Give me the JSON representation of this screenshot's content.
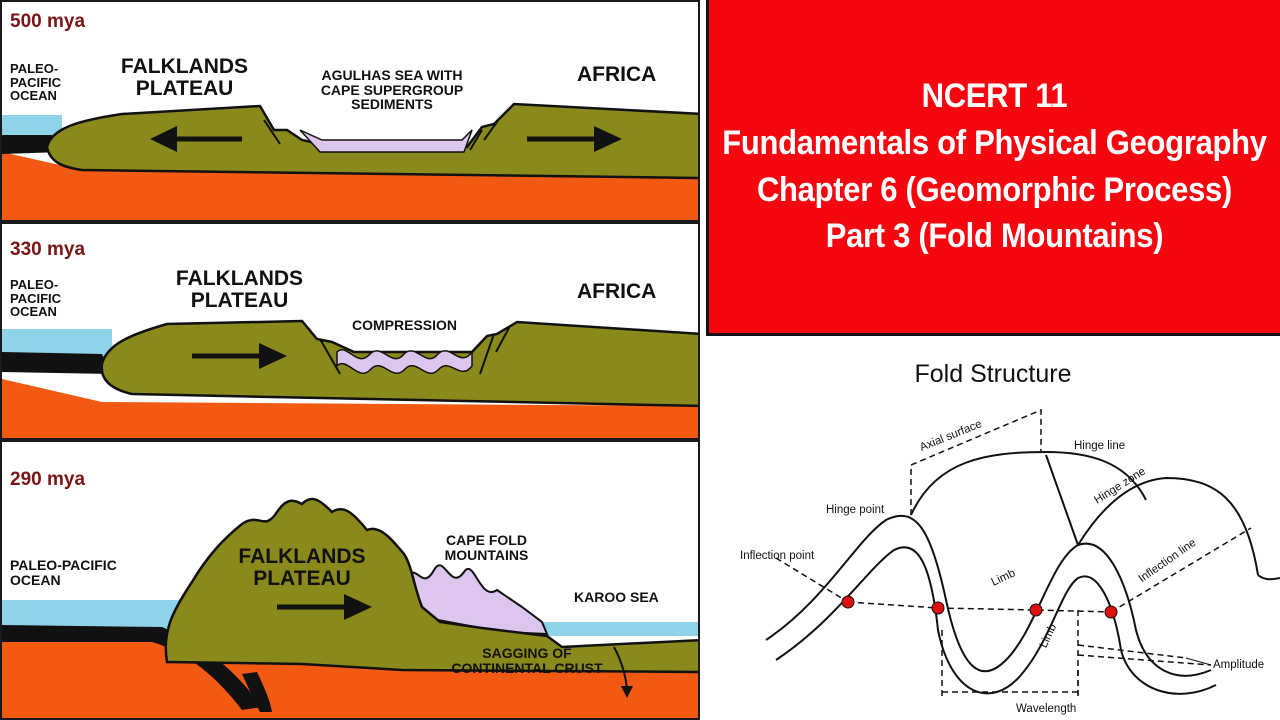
{
  "panels": [
    {
      "age": "500 mya",
      "ocean": [
        "PALEO-",
        "PACIFIC",
        "OCEAN"
      ],
      "plateau": [
        "FALKLANDS",
        "PLATEAU"
      ],
      "sea": [
        "AGULHAS SEA WITH",
        "CAPE SUPERGROUP",
        "SEDIMENTS"
      ],
      "africa": "AFRICA"
    },
    {
      "age": "330 mya",
      "ocean": [
        "PALEO-",
        "PACIFIC",
        "OCEAN"
      ],
      "plateau": [
        "FALKLANDS",
        "PLATEAU"
      ],
      "compression": "COMPRESSION",
      "africa": "AFRICA"
    },
    {
      "age": "290 mya",
      "ocean": [
        "PALEO-PACIFIC",
        "OCEAN"
      ],
      "plateau": [
        "FALKLANDS",
        "PLATEAU"
      ],
      "mountains": [
        "CAPE FOLD",
        "MOUNTAINS"
      ],
      "karoo": "KAROO SEA",
      "sagging": [
        "SAGGING OF",
        "CONTINENTAL CRUST"
      ]
    }
  ],
  "title": {
    "lines": [
      "NCERT 11",
      "Fundamentals of Physical Geography",
      "Chapter 6 (Geomorphic Process)",
      "Part 3 (Fold Mountains)"
    ]
  },
  "fold": {
    "title": "Fold Structure",
    "labels": {
      "axial_surface": "Axial surface",
      "hinge_line": "Hinge line",
      "hinge_zone": "Hinge zone",
      "hinge_point": "Hinge point",
      "inflection_point": "Inflection point",
      "inflection_line": "Inflection line",
      "limb1": "Limb",
      "limb2": "Limb",
      "amplitude": "Amplitude",
      "wavelength": "Wavelength"
    }
  },
  "colors": {
    "title_bg": "#f5070f",
    "title_text": "#ffffff",
    "mantle": "#f25a14",
    "plateau": "#8a8a1c",
    "ocean": "#8fd3ea",
    "sediments": "#dcc6ee",
    "age_label": "#7b1416",
    "inflection_dot": "#dd1111"
  },
  "icons": {
    "movement_arrows": "arrow",
    "fold_marker": "dot"
  }
}
